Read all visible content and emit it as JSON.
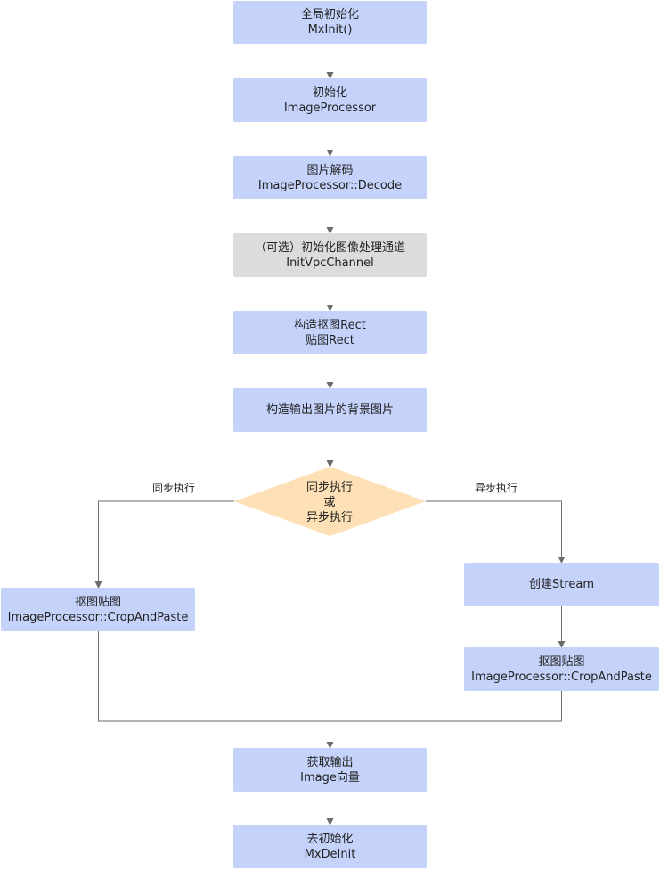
{
  "nodes": {
    "mxinit": {
      "line1": "全局初始化",
      "line2": "MxInit()"
    },
    "init_processor": {
      "line1": "初始化",
      "line2": "ImageProcessor"
    },
    "decode": {
      "line1": "图片解码",
      "line2": "ImageProcessor::Decode"
    },
    "init_vpc": {
      "line1": "（可选）初始化图像处理通道",
      "line2": "InitVpcChannel"
    },
    "build_rect": {
      "line1": "构造抠图Rect",
      "line2": "贴图Rect"
    },
    "build_bg": {
      "line1": "构造输出图片的背景图片"
    },
    "decision": {
      "line1": "同步执行",
      "line2": "或",
      "line3": "异步执行"
    },
    "crop_sync": {
      "line1": "抠图贴图",
      "line2": "ImageProcessor::CropAndPaste"
    },
    "create_stream": {
      "line1": "创建Stream"
    },
    "crop_async": {
      "line1": "抠图贴图",
      "line2": "ImageProcessor::CropAndPaste"
    },
    "get_output": {
      "line1": "获取输出",
      "line2": "Image向量"
    },
    "deinit": {
      "line1": "去初始化",
      "line2": "MxDeInit"
    }
  },
  "edges": {
    "sync_label": "同步执行",
    "async_label": "异步执行"
  },
  "colors": {
    "process_fill": "#c5d3fb",
    "optional_fill": "#dcdcdc",
    "decision_fill": "#fde0b5",
    "line": "#6b6b6b"
  }
}
